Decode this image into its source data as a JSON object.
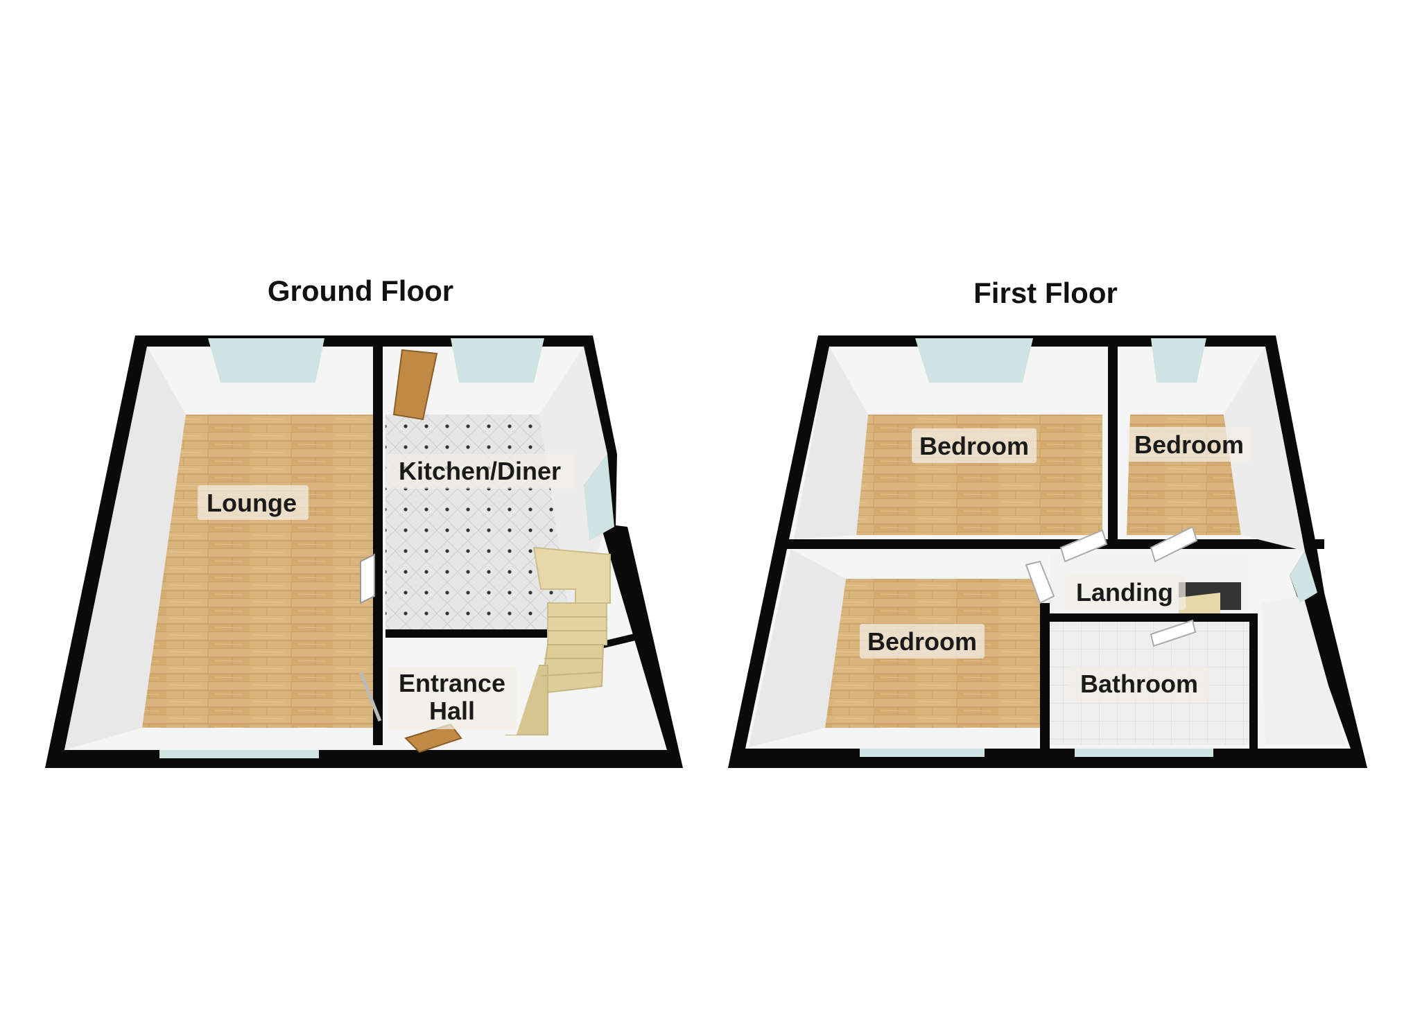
{
  "floors": {
    "ground": {
      "title": "Ground Floor",
      "rooms": {
        "lounge": "Lounge",
        "kitchen_diner": "Kitchen/Diner",
        "entrance_hall_line1": "Entrance",
        "entrance_hall_line2": "Hall"
      }
    },
    "first": {
      "title": "First Floor",
      "rooms": {
        "bedroom_1": "Bedroom",
        "bedroom_2": "Bedroom",
        "bedroom_3": "Bedroom",
        "landing": "Landing",
        "bathroom": "Bathroom"
      }
    }
  },
  "colors": {
    "wall": "#0a0a0a",
    "wood_floor": "#d9b47c",
    "tile_floor": "#e3e3e3",
    "inner_wall": "#f2f2f2",
    "window": "#cfe3e3",
    "stairs": "#e6d8a8",
    "door": "#c08a45"
  }
}
